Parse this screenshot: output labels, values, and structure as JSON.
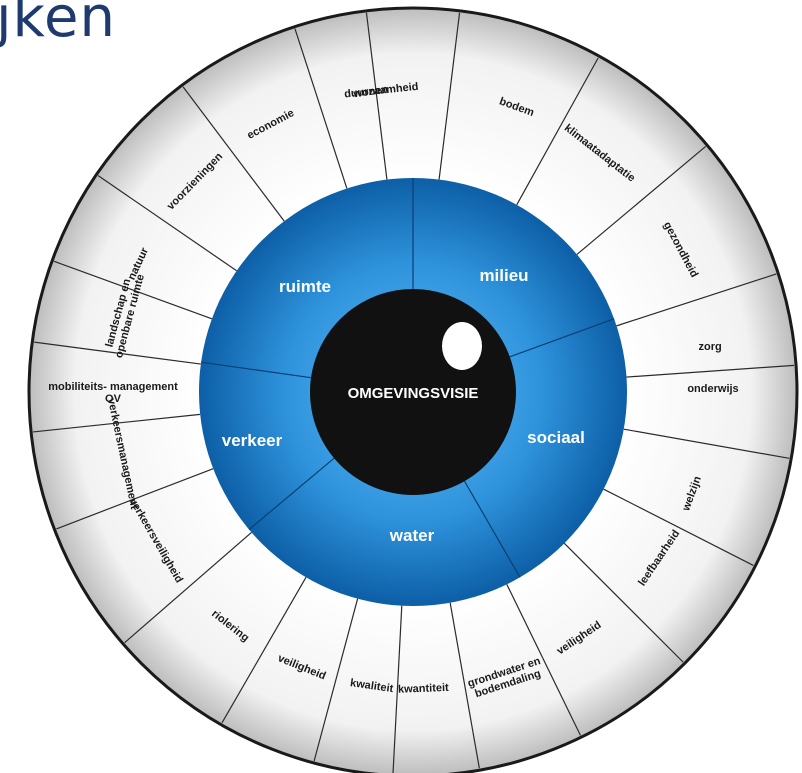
{
  "page": {
    "title_fragment": "jken"
  },
  "diagram": {
    "center_label": "OMGEVINGSVISIE",
    "themes": [
      {
        "id": "ruimte",
        "label": "ruimte"
      },
      {
        "id": "milieu",
        "label": "milieu"
      },
      {
        "id": "sociaal",
        "label": "sociaal"
      },
      {
        "id": "water",
        "label": "water"
      },
      {
        "id": "verkeer",
        "label": "verkeer"
      }
    ],
    "segments": [
      {
        "label": "duurzaamheid",
        "angle": 96
      },
      {
        "label": "bodem",
        "angle": 70
      },
      {
        "label": "klimaatadaptatie",
        "angle": 52
      },
      {
        "label": "gezondheid",
        "angle": 28
      },
      {
        "label": "zorg",
        "angle": 8
      },
      {
        "label": "onderwijs",
        "angle": 0
      },
      {
        "label": "welzijn",
        "angle": -20
      },
      {
        "label": "leefbaarheid",
        "angle": -34
      },
      {
        "label": "veiligheid",
        "angle": -56
      },
      {
        "label": "grondwater en bodemdaling",
        "angle": -72
      },
      {
        "label": "kwantiteit",
        "angle": -88
      },
      {
        "label": "kwaliteit",
        "angle": -98
      },
      {
        "label": "veiligheid",
        "angle": -112
      },
      {
        "label": "riolering",
        "angle": -128
      },
      {
        "label": "verkeersveiligheid",
        "angle": -150
      },
      {
        "label": "verkeersmanagement",
        "angle": -168
      },
      {
        "label": "mobiliteits- management OV",
        "angle": 180
      },
      {
        "label": "landschap en openbare ruimte",
        "angle": 165
      },
      {
        "label": "natuur",
        "angle": 155
      },
      {
        "label": "voorzieningen",
        "angle": 136
      },
      {
        "label": "economie",
        "angle": 118
      },
      {
        "label": "wonen",
        "angle": 98
      }
    ],
    "colors": {
      "title": "#1f3a6e",
      "iris_dark": "#0b5fa8",
      "iris_light": "#3fa9f5",
      "pupil": "#111111",
      "divider": "#2b2b2b"
    }
  }
}
